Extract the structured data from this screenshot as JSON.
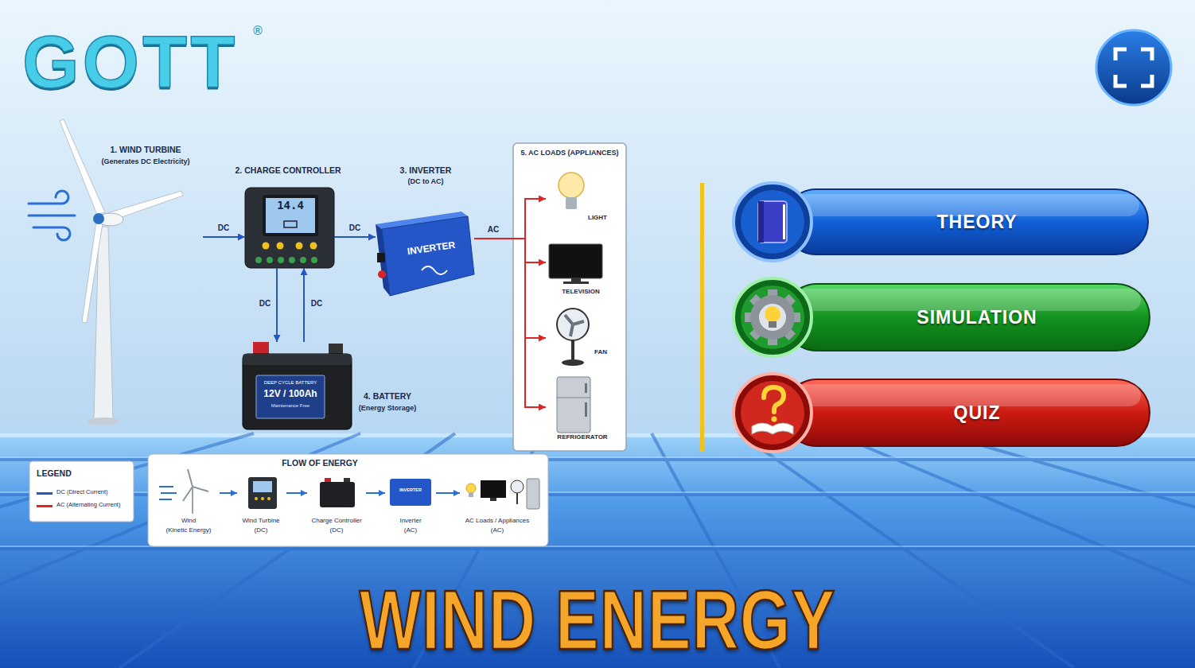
{
  "diagram": {
    "title": "WIND ENERGY",
    "nodes": [
      {
        "text": [
          "1. WIND TURBINE",
          "(Generates DC Electricity)"
        ]
      },
      {
        "text": [
          "2. CHARGE CONTROLLER",
          "14.4"
        ]
      },
      {
        "text": [
          "3. INVERTER",
          "(DC to AC)",
          "INVERTER"
        ]
      },
      {
        "text": [
          "5. AC LOADS (APPLIANCES)"
        ]
      },
      {
        "text": [
          "LIGHT"
        ],
        "in": 3
      },
      {
        "text": [
          "TELEVISION"
        ],
        "in": 3
      },
      {
        "text": [
          "FAN"
        ],
        "in": 3
      },
      {
        "text": [
          "REFRIGERATOR"
        ],
        "in": 3
      },
      {
        "text": [
          "4. BATTERY",
          "(Energy Storage)",
          "DEEP CYCLE BATTERY",
          "12V / 100Ah",
          "Maintenance Free"
        ]
      },
      {
        "text": [
          "FLOW OF ENERGY"
        ]
      },
      {
        "text": [
          "Wind",
          "(Kinetic Energy)"
        ],
        "in": 9
      },
      {
        "text": [
          "Wind Turbine",
          "(DC)"
        ],
        "in": 9
      },
      {
        "text": [
          "Charge Controller",
          "(DC)"
        ],
        "in": 9
      },
      {
        "text": [
          "INVERTER",
          "Inverter",
          "(AC)"
        ],
        "in": 9
      },
      {
        "text": [
          "AC Loads / Appliances",
          "(AC)"
        ],
        "in": 9
      },
      {
        "text": [
          "THEORY"
        ]
      },
      {
        "text": [
          "SIMULATION"
        ]
      },
      {
        "text": [
          "QUIZ"
        ]
      }
    ],
    "edges": [
      {
        "from": 0,
        "to": 1,
        "arrow": "to",
        "label": "DC"
      },
      {
        "from": 1,
        "to": 2,
        "arrow": "to",
        "label": "DC"
      },
      {
        "from": 2,
        "to": 4,
        "arrow": "to",
        "label": "AC"
      },
      {
        "from": 2,
        "to": 5,
        "arrow": "to"
      },
      {
        "from": 2,
        "to": 6,
        "arrow": "to"
      },
      {
        "from": 2,
        "to": 7,
        "arrow": "to"
      },
      {
        "from": 1,
        "to": 8,
        "arrow": "to",
        "label": "DC"
      },
      {
        "from": 8,
        "to": 1,
        "arrow": "to",
        "label": "DC"
      },
      {
        "from": 10,
        "to": 11,
        "arrow": "to"
      },
      {
        "from": 11,
        "to": 12,
        "arrow": "to"
      },
      {
        "from": 12,
        "to": 13,
        "arrow": "to"
      },
      {
        "from": 13,
        "to": 14,
        "arrow": "to"
      }
    ],
    "labels": [
      "GOTT",
      "®",
      "LEGEND"
    ],
    "legend": [
      {
        "text": "DC (Direct Current)",
        "color": "#2456c4"
      },
      {
        "text": "AC (Alternating Current)",
        "color": "#e02424"
      }
    ]
  }
}
